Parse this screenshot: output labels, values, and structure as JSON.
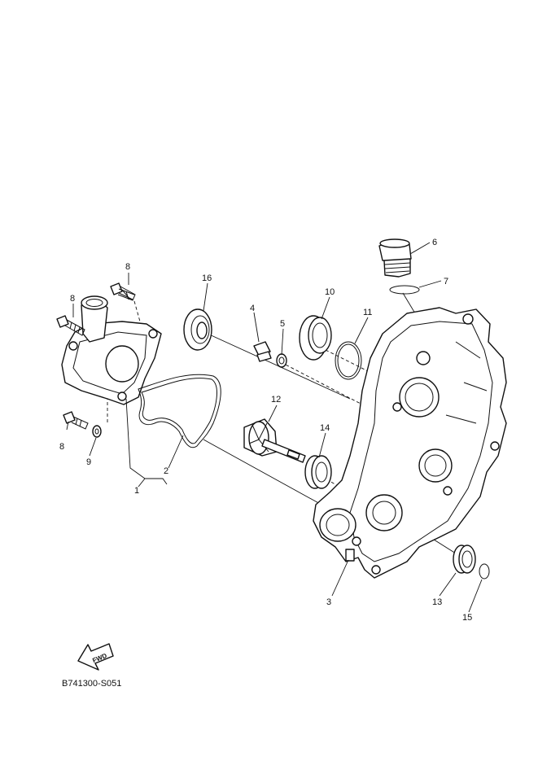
{
  "diagram": {
    "code": "B741300-S051",
    "fwd_label": "FWD",
    "callouts": {
      "c1": "1",
      "c2": "2",
      "c3": "3",
      "c4": "4",
      "c5": "5",
      "c6": "6",
      "c7": "7",
      "c8a": "8",
      "c8b": "8",
      "c8c": "8",
      "c9": "9",
      "c10": "10",
      "c11": "11",
      "c12": "12",
      "c13": "13",
      "c14": "14",
      "c15": "15",
      "c16": "16"
    }
  }
}
